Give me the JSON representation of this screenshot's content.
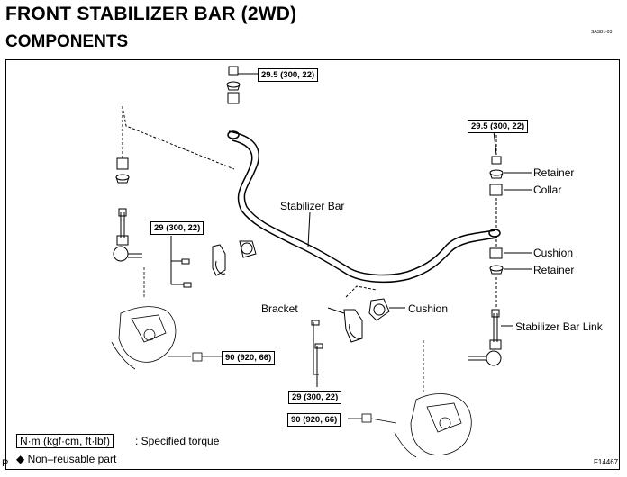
{
  "header": {
    "title": "FRONT STABILIZER BAR (2WD)",
    "subtitle": "COMPONENTS",
    "doc_code": "SASB1-03"
  },
  "torques": {
    "top_nut": "29.5 (300, 22)",
    "right_nut": "29.5 (300, 22)",
    "left_bracket_bolts": "29 (300, 22)",
    "left_knuckle_nut": "90 (920, 66)",
    "center_bracket_bolts": "29 (300, 22)",
    "right_knuckle_nut": "90 (920, 66)"
  },
  "callouts": {
    "retainer_top": "Retainer",
    "collar": "Collar",
    "stabilizer_bar": "Stabilizer Bar",
    "cushion_right": "Cushion",
    "retainer_bottom": "Retainer",
    "bracket": "Bracket",
    "cushion_center": "Cushion",
    "stabilizer_bar_link": "Stabilizer Bar Link"
  },
  "legend": {
    "unit_box": "N·m (kgf·cm, ft·lbf)",
    "unit_desc": ": Specified torque",
    "nonreusable": "◆ Non–reusable part"
  },
  "footer": {
    "page_marker": "P",
    "figure_id": "F14467"
  }
}
